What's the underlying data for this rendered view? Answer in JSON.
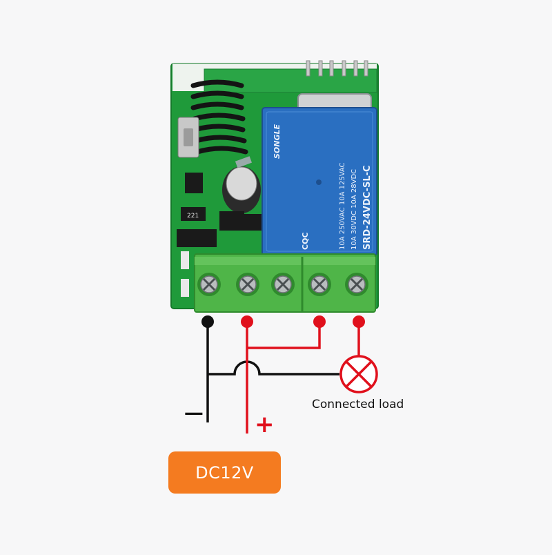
{
  "diagram": {
    "load_label": "Connected load",
    "power_label": "DC12V",
    "minus_sign": "−",
    "plus_sign": "+",
    "relay": {
      "brand": "SONGLE",
      "model": "SRD-24VDC-SL-C",
      "rating_1": "10A 250VAC 10A 125VAC",
      "rating_2": "10A 30VDC 10A 28VDC",
      "cert": "CQC",
      "pcb_mark": "221"
    }
  },
  "colors": {
    "pcb": "#1f9a3a",
    "terminal": "#4fb548",
    "relay": "#2a6fc1",
    "wire_negative": "#111111",
    "wire_positive": "#e0101c",
    "badge": "#f47b20",
    "background": "#f7f7f8"
  },
  "icons": [
    "screw-terminal-icon",
    "lamp-load-icon",
    "terminal-dot-icon"
  ]
}
